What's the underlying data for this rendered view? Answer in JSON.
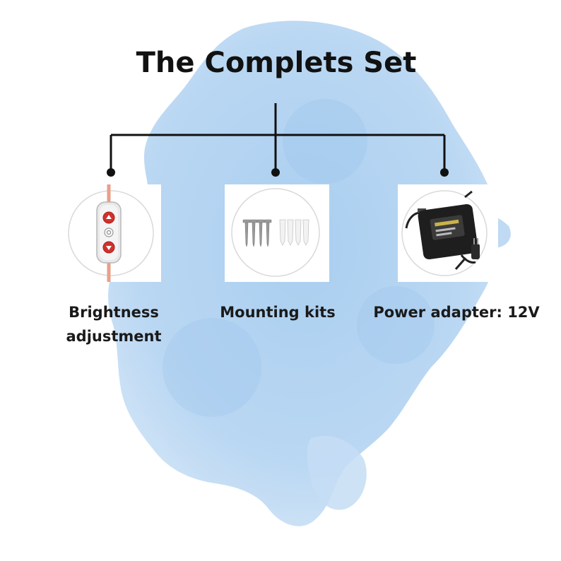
{
  "title": "The Complets Set",
  "items": [
    {
      "label_line1": "Brightness",
      "label_line2": "adjustment",
      "icon": "dimmer-switch-icon"
    },
    {
      "label_line1": "Mounting kits",
      "icon": "screws-anchors-icon"
    },
    {
      "label_line1": "Power adapter: 12V",
      "icon": "power-adapter-icon"
    }
  ],
  "colors": {
    "splash": "#a9cdef",
    "splash_dark": "#8fbbe6",
    "line": "#111111",
    "button_red": "#d0312d"
  }
}
